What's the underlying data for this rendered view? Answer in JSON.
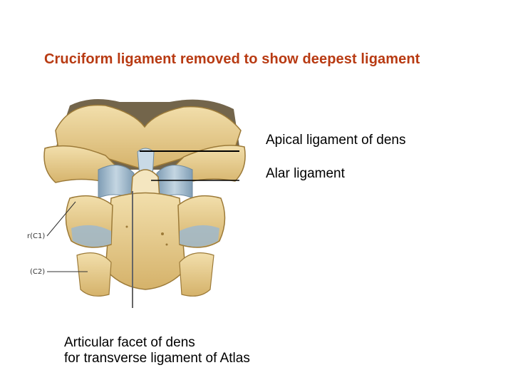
{
  "title": "Cruciform ligament removed to show deepest ligament",
  "labels": {
    "apical": "Apical ligament of dens",
    "alar": "Alar ligament",
    "facet_line1": "Articular facet of dens",
    "facet_line2": "for transverse ligament of Atlas"
  },
  "figure_small_labels": {
    "c1": "r(C1)",
    "c2": "(C2)"
  },
  "colors": {
    "title": "#b83a12",
    "bone": "#e8cf94",
    "bone_shadow": "#a8843e",
    "ligament": "#9fb8cc"
  }
}
